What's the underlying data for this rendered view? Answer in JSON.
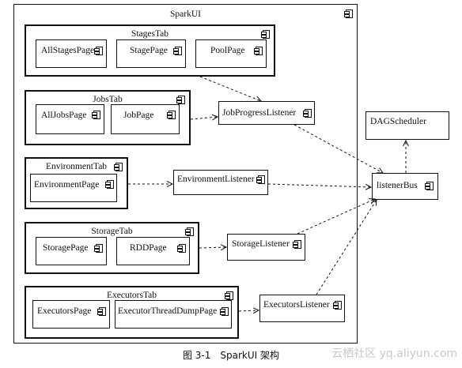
{
  "diagram": {
    "sparkui": {
      "label": "SparkUI"
    },
    "tabs": {
      "stages": {
        "label": "StagesTab",
        "pages": [
          "AllStagesPage",
          "StagePage",
          "PoolPage"
        ]
      },
      "jobs": {
        "label": "JobsTab",
        "pages": [
          "AllJobsPage",
          "JobPage"
        ]
      },
      "environment": {
        "label": "EnvironmentTab",
        "pages": [
          "EnvironmentPage"
        ]
      },
      "storage": {
        "label": "StorageTab",
        "pages": [
          "StoragePage",
          "RDDPage"
        ]
      },
      "executors": {
        "label": "ExecutorsTab",
        "pages": [
          "ExecutorsPage",
          "ExecutorThreadDumpPage"
        ]
      }
    },
    "listeners": {
      "job_progress": "JobProgressListener",
      "environment": "EnvironmentListener",
      "storage": "StorageListener",
      "executors": "ExecutorsListener"
    },
    "listener_bus": "listenerBus",
    "dag_scheduler": "DAGScheduler"
  },
  "caption": {
    "figure_no": "图 3-1",
    "title": "SparkUI 架构"
  },
  "watermark": "云栖社区 yq.aliyun.com",
  "colors": {
    "line": "#111111",
    "background": "#ffffff",
    "watermark": "#c8c8c8"
  }
}
